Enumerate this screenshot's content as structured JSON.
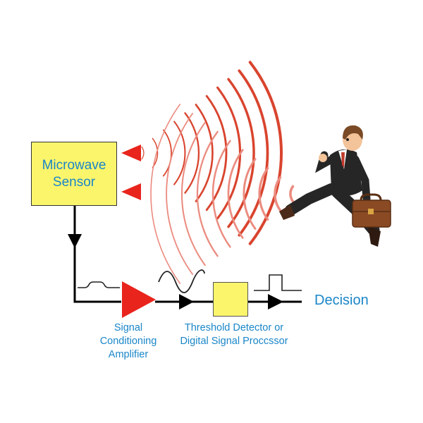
{
  "sensor": {
    "line1": "Microwave",
    "line2": "Sensor"
  },
  "amplifier": {
    "line1": "Signal",
    "line2": "Conditioning",
    "line3": "Amplifier"
  },
  "processor": {
    "line1": "Threshold Detector or",
    "line2": "Digital Signal Proccssor"
  },
  "output": {
    "label": "Decision"
  },
  "colors": {
    "label_blue": "#1a86c8",
    "box_yellow": "#fbf56c",
    "arrow_red": "#e8241c",
    "wave_red": "#d9442e",
    "suit": "#262626",
    "briefcase": "#8a4a24"
  },
  "icons": [
    "transmit-arrow-icon",
    "receive-arrow-icon",
    "running-businessman-icon",
    "briefcase-icon"
  ]
}
